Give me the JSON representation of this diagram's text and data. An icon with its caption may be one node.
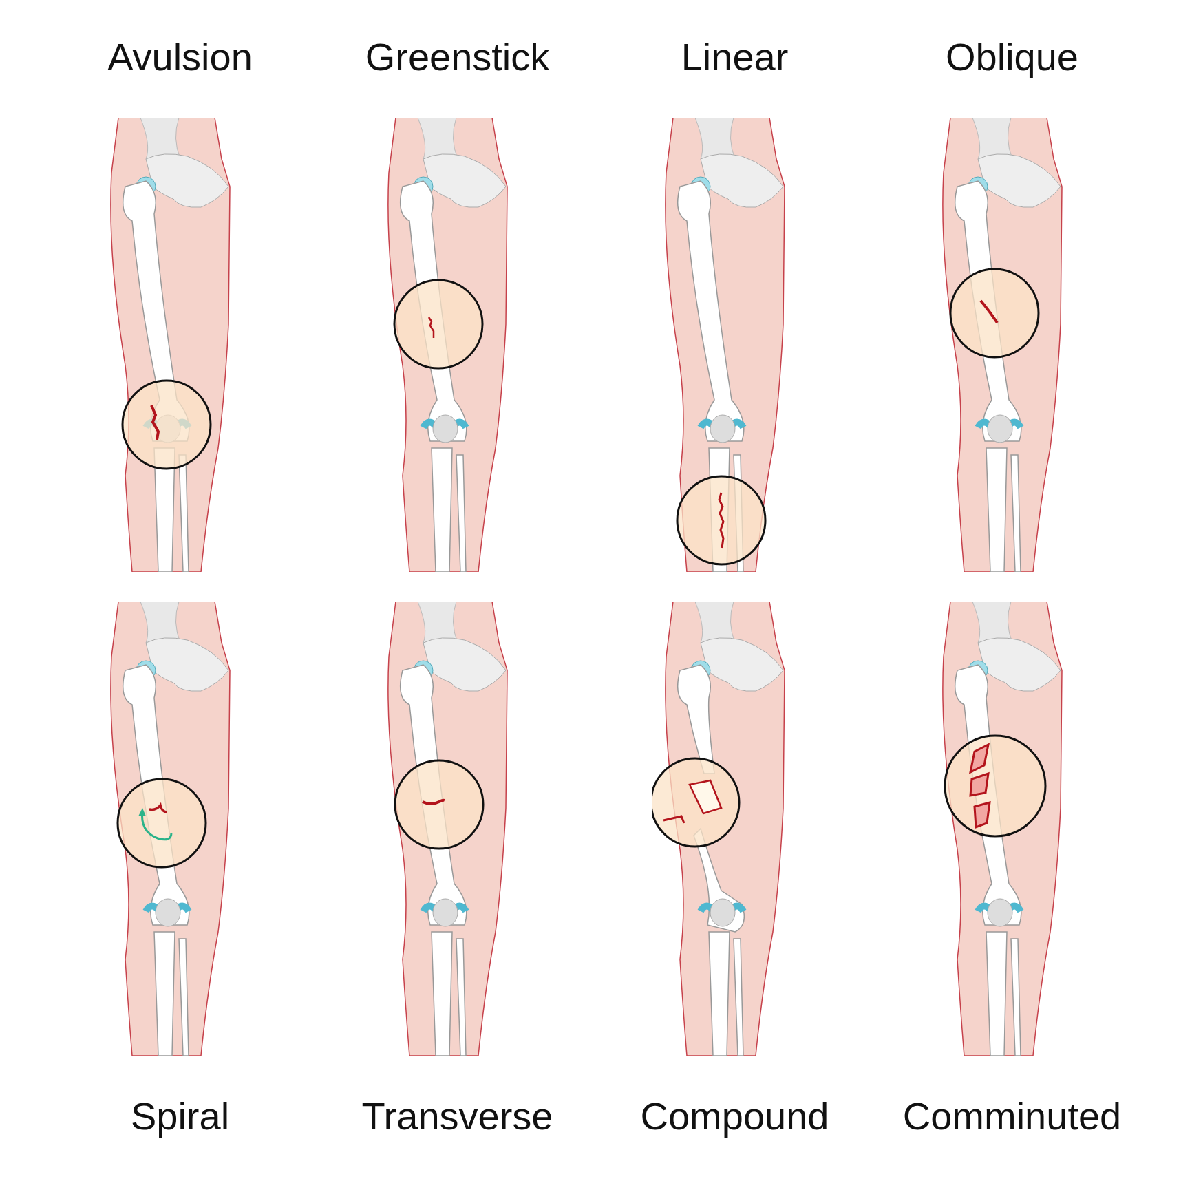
{
  "diagram": {
    "labels": [
      "Avulsion",
      "Greenstick",
      "Linear",
      "Oblique",
      "Spiral",
      "Transverse",
      "Compound",
      "Comminuted"
    ]
  }
}
